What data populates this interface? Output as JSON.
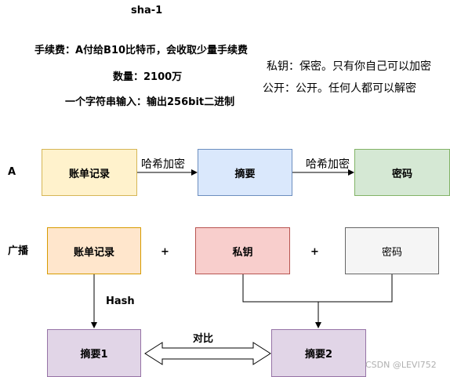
{
  "title": "sha-1",
  "notes": {
    "fee": "手续费：A付给B10比特币，会收取少量手续费",
    "quantity": "数量：2100万",
    "input_output": "一个字符串输入：输出256bit二进制",
    "private_key": "私钥：保密。只有你自己可以加密",
    "public_key": "公开：公开。任何人都可以解密"
  },
  "row_a": {
    "label": "A",
    "ledger": "账单记录",
    "hash_label_1": "哈希加密",
    "digest": "摘要",
    "hash_label_2": "哈希加密",
    "cipher": "密码"
  },
  "row_broadcast": {
    "label": "广播",
    "ledger": "账单记录",
    "plus_1": "+",
    "private_key": "私钥",
    "plus_2": "+",
    "cipher": "密码"
  },
  "bottom": {
    "hash_label": "Hash",
    "digest_1": "摘要1",
    "compare_label": "对比",
    "digest_2": "摘要2"
  },
  "watermark": "CSDN @LEVI752",
  "colors": {
    "yellow_fill": "#fff2cc",
    "yellow_stroke": "#d6b656",
    "blue_fill": "#dae8fc",
    "blue_stroke": "#6c8ebf",
    "green_fill": "#d5e8d4",
    "green_stroke": "#82b366",
    "orange_fill": "#ffe6cc",
    "orange_stroke": "#d79b00",
    "red_fill": "#f8cecc",
    "red_stroke": "#b85450",
    "gray_fill": "#f5f5f5",
    "gray_stroke": "#666666",
    "purple_fill": "#e1d5e7",
    "purple_stroke": "#9673a6"
  }
}
